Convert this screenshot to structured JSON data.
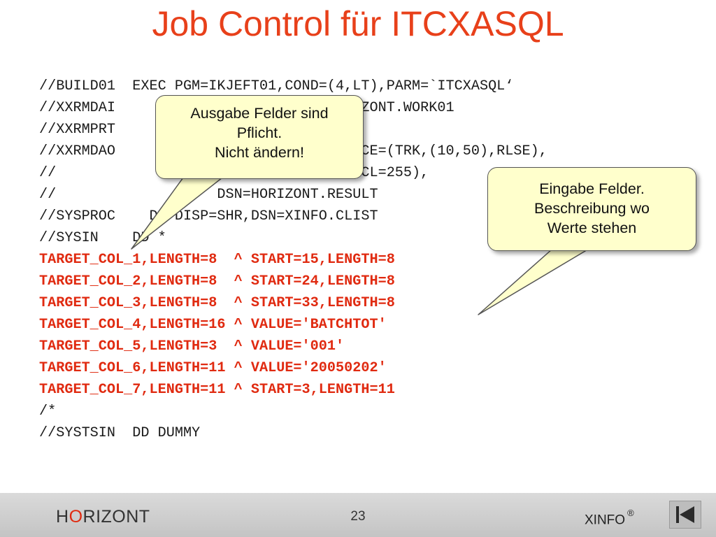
{
  "slide": {
    "title": "Job Control für ITCXASQL"
  },
  "code_lines": [
    {
      "text": "//BUILD01  EXEC PGM=IKJEFT01,COND=(4,LT),PARM=`ITCXASQL‘",
      "highlight": false
    },
    {
      "text": "//XXRMDAI            DISP=SHR,DSN=HORIZONT.WORK01",
      "highlight": false
    },
    {
      "text": "//XXRMPRT            SYSOUT=*",
      "highlight": false
    },
    {
      "text": "//XXRMDAO            DISP=(,CATLG),SPACE=(TRK,(10,50),RLSE),",
      "highlight": false
    },
    {
      "text": "//                   DCB=(RECFM=FB,LRECL=255),",
      "highlight": false
    },
    {
      "text": "//                   DSN=HORIZONT.RESULT",
      "highlight": false
    },
    {
      "text": "//SYSPROC    DD DISP=SHR,DSN=XINFO.CLIST",
      "highlight": false
    },
    {
      "text": "//SYSIN    DD *",
      "highlight": false
    },
    {
      "text": "TARGET_COL_1,LENGTH=8  ^ START=15,LENGTH=8",
      "highlight": true
    },
    {
      "text": "TARGET_COL_2,LENGTH=8  ^ START=24,LENGTH=8",
      "highlight": true
    },
    {
      "text": "TARGET_COL_3,LENGTH=8  ^ START=33,LENGTH=8",
      "highlight": true
    },
    {
      "text": "TARGET_COL_4,LENGTH=16 ^ VALUE='BATCHTOT'",
      "highlight": true
    },
    {
      "text": "TARGET_COL_5,LENGTH=3  ^ VALUE='001'",
      "highlight": true
    },
    {
      "text": "TARGET_COL_6,LENGTH=11 ^ VALUE='20050202'",
      "highlight": true
    },
    {
      "text": "TARGET_COL_7,LENGTH=11 ^ START=3,LENGTH=11",
      "highlight": true
    },
    {
      "text": "/*",
      "highlight": false
    },
    {
      "text": "//SYSTSIN  DD DUMMY",
      "highlight": false
    }
  ],
  "callouts": {
    "output": {
      "lines": [
        "Ausgabe Felder sind",
        "Pflicht.",
        "Nicht ändern!"
      ]
    },
    "input": {
      "lines": [
        "Eingabe Felder.",
        "Beschreibung wo",
        "Werte stehen"
      ]
    }
  },
  "footer": {
    "brand_prefix": "H",
    "brand_accent": "O",
    "brand_suffix": "RIZONT",
    "page_number": "23",
    "product": "XINFO",
    "registered_mark": "®"
  },
  "colors": {
    "title": "#e8401a",
    "highlight_code": "#e02a10",
    "callout_fill": "#ffffcc",
    "footer_bg": "#cfcfcf"
  },
  "icons": {
    "nav_first": "skip-to-first-icon"
  }
}
